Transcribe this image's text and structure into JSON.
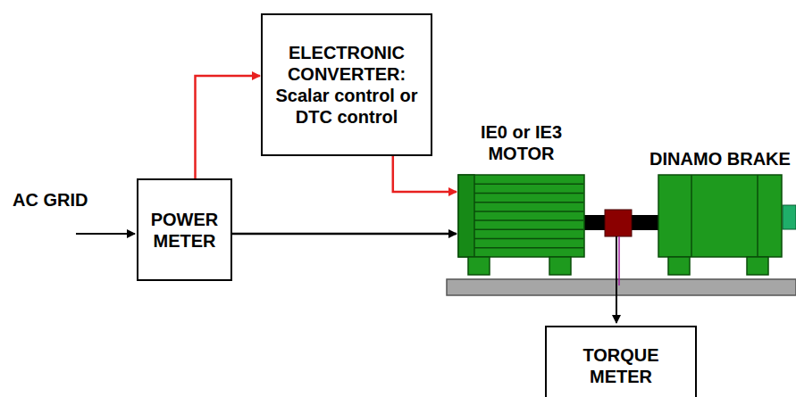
{
  "diagram": {
    "nodes": [
      {
        "text": [
          "ELECTRONIC CONVERTER: Scalar control or DTC control"
        ]
      },
      {
        "text": [
          "IE0 or IE3 MOTOR"
        ]
      },
      {
        "text": [
          "DINAMO BRAKE"
        ]
      },
      {
        "text": [
          "POWER METER"
        ]
      },
      {
        "text": [
          "TORQUE METER"
        ]
      }
    ],
    "edges": [
      {
        "from": 3,
        "to": 0,
        "arrow": "to"
      },
      {
        "from": 0,
        "to": 1,
        "arrow": "to"
      },
      {
        "from": 3,
        "to": 1,
        "arrow": "to"
      }
    ],
    "labels": [
      "AC GRID"
    ]
  }
}
